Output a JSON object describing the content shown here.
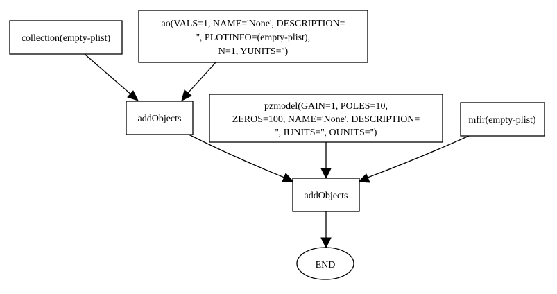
{
  "nodes": {
    "collection": {
      "lines": [
        "collection(empty-plist)"
      ]
    },
    "ao": {
      "lines": [
        "ao(VALS=1, NAME='None', DESCRIPTION=",
        "'', PLOTINFO=(empty-plist),",
        "N=1, YUNITS='')"
      ]
    },
    "add_objects_1": {
      "lines": [
        "addObjects"
      ]
    },
    "pzmodel": {
      "lines": [
        "pzmodel(GAIN=1, POLES=10,",
        "ZEROS=100, NAME='None', DESCRIPTION=",
        "'', IUNITS='', OUNITS='')"
      ]
    },
    "mfir": {
      "lines": [
        "mfir(empty-plist)"
      ]
    },
    "add_objects_2": {
      "lines": [
        "addObjects"
      ]
    },
    "end": {
      "lines": [
        "END"
      ]
    }
  },
  "edges": [
    {
      "from": "collection",
      "to": "add_objects_1"
    },
    {
      "from": "ao",
      "to": "add_objects_1"
    },
    {
      "from": "add_objects_1",
      "to": "add_objects_2"
    },
    {
      "from": "pzmodel",
      "to": "add_objects_2"
    },
    {
      "from": "mfir",
      "to": "add_objects_2"
    },
    {
      "from": "add_objects_2",
      "to": "end"
    }
  ]
}
